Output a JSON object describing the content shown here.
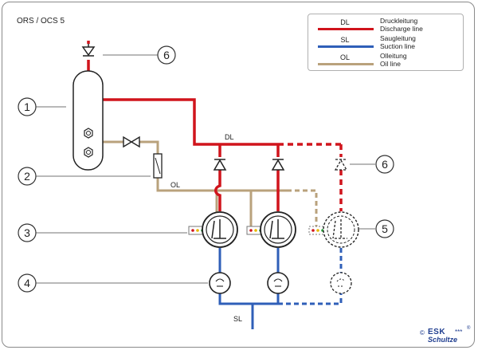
{
  "title": "ORS / OCS 5",
  "legend": [
    {
      "abbr": "DL",
      "de": "Druckleitung",
      "en": "Discharge line",
      "color": "#d0141c"
    },
    {
      "abbr": "SL",
      "de": "Saugleitung",
      "en": "Suction line",
      "color": "#2f5fb8"
    },
    {
      "abbr": "OL",
      "de": "Olleitung",
      "en": "Oil line",
      "color": "#b9a27c"
    }
  ],
  "labels": {
    "dl": "DL",
    "ol": "OL",
    "sl": "SL"
  },
  "callouts": [
    "1",
    "2",
    "3",
    "4",
    "5",
    "6",
    "6"
  ],
  "logo": {
    "copyright": "©",
    "top": "ESK",
    "stars": "***",
    "bottom": "Schultze",
    "registered": "®"
  },
  "colors": {
    "discharge": "#d0141c",
    "suction": "#2f5fb8",
    "oil": "#b9a27c"
  }
}
